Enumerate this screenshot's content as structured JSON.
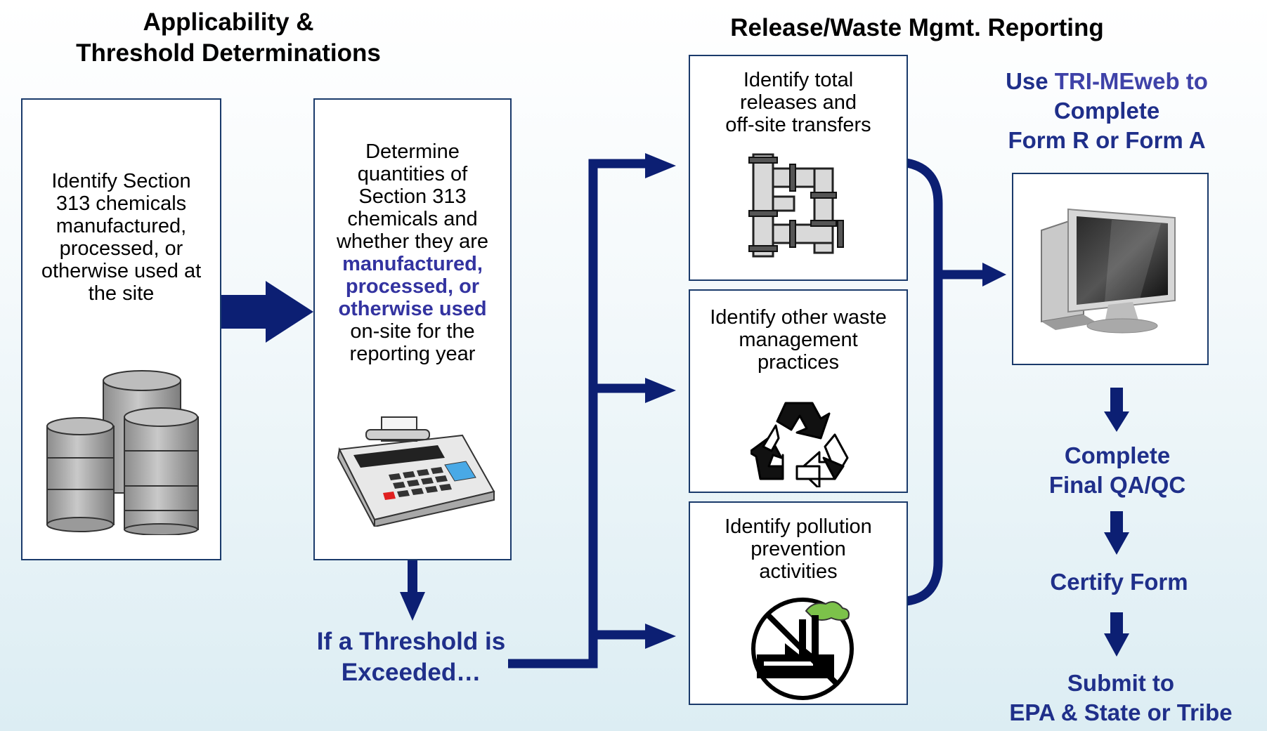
{
  "headings": {
    "left_line1": "Applicability &",
    "left_line2": "Threshold Determinations",
    "right": "Release/Waste Mgmt. Reporting"
  },
  "box1": {
    "lines": [
      "Identify Section",
      "313 chemicals",
      "manufactured,",
      "processed, or",
      "otherwise used at",
      "the site"
    ],
    "icon": "barrels-icon"
  },
  "box2": {
    "lines_before": [
      "Determine",
      "quantities of",
      "Section 313",
      "chemicals and",
      "whether they are"
    ],
    "highlight": [
      "manufactured,",
      "processed, or",
      "otherwise used"
    ],
    "lines_after": [
      "on-site for the",
      "reporting year"
    ],
    "icon": "calculator-icon"
  },
  "threshold": {
    "line1": "If a Threshold is",
    "line2": "Exceeded…"
  },
  "box3": {
    "lines": [
      "Identify total",
      "releases and",
      "off-site transfers"
    ],
    "icon": "pipes-icon"
  },
  "box4": {
    "lines": [
      "Identify other waste",
      "management",
      "practices"
    ],
    "icon": "recycle-icon"
  },
  "box5": {
    "lines": [
      "Identify pollution",
      "prevention",
      "activities"
    ],
    "icon": "no-factory-icon"
  },
  "tri": {
    "line1_prefix": "Use ",
    "line1_link": "TRI-MEweb to",
    "line2": "Complete",
    "line3": "Form R or Form A",
    "icon": "computer-icon"
  },
  "steps": {
    "qa_line1": "Complete",
    "qa_line2": "Final QA/QC",
    "certify": "Certify Form",
    "submit_line1": "Submit to",
    "submit_line2": "EPA & State or Tribe"
  },
  "colors": {
    "arrow": "#0c1f73",
    "box_border": "#1a3a6b",
    "accent_text": "#1f2f8a",
    "highlight_text": "#3333a0"
  }
}
